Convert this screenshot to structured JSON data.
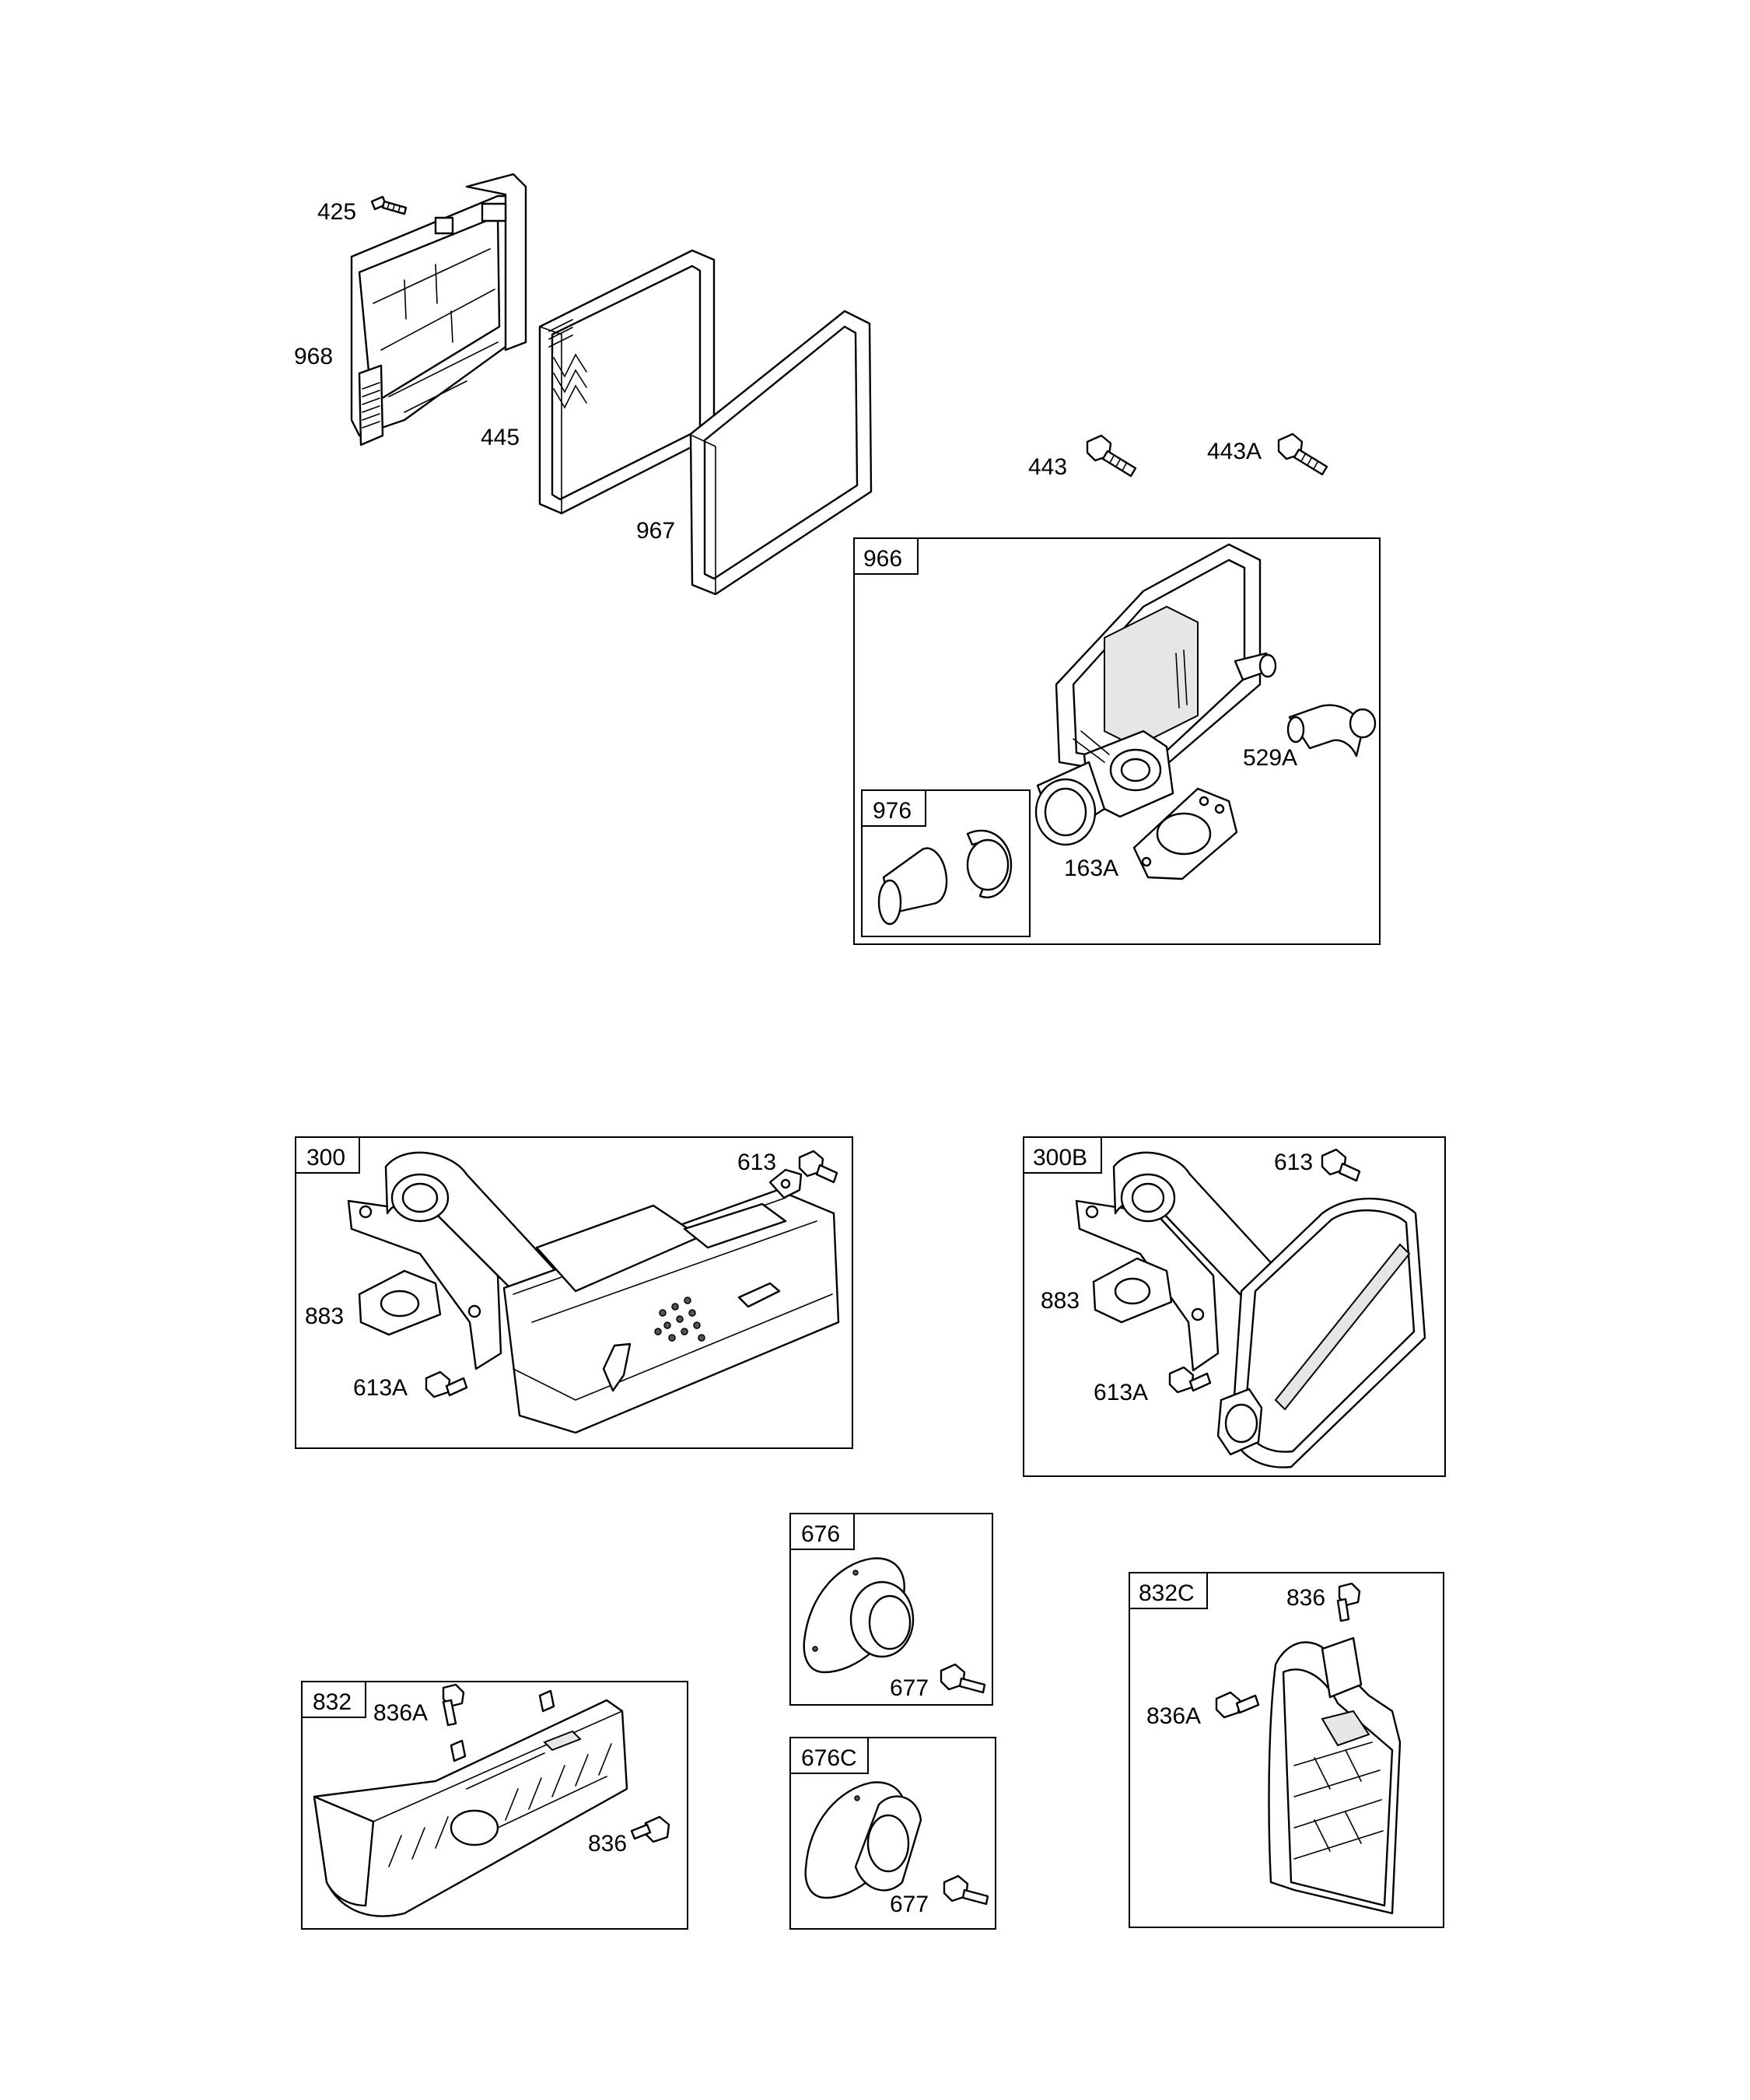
{
  "callouts": {
    "p425": "425",
    "p968": "968",
    "p445": "445",
    "p967": "967",
    "p443": "443",
    "p443a": "443A",
    "p966": "966",
    "p529a": "529A",
    "p976": "976",
    "p163a": "163A",
    "g300_title": "300",
    "g300_613": "613",
    "g300_883": "883",
    "g300_613a": "613A",
    "g300b_title": "300B",
    "g300b_613": "613",
    "g300b_883": "883",
    "g300b_613a": "613A",
    "g676_title": "676",
    "g676_677": "677",
    "g676c_title": "676C",
    "g676c_677": "677",
    "g832_title": "832",
    "g832_836a": "836A",
    "g832_836": "836",
    "g832c_title": "832C",
    "g832c_836": "836",
    "g832c_836a": "836A"
  }
}
